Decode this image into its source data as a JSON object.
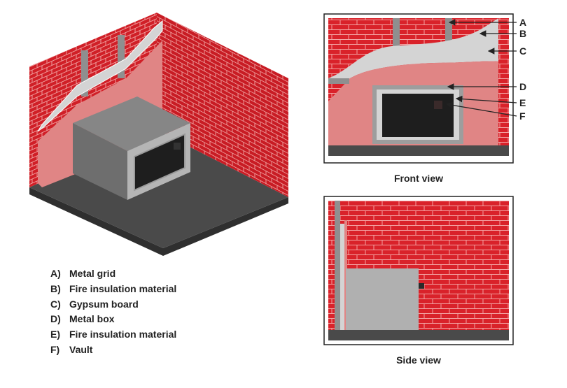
{
  "legend": [
    {
      "key": "A)",
      "text": "Metal  grid"
    },
    {
      "key": "B)",
      "text": "Fire insulation material"
    },
    {
      "key": "C)",
      "text": "Gypsum board"
    },
    {
      "key": "D)",
      "text": "Metal box"
    },
    {
      "key": "E)",
      "text": "Fire insulation material"
    },
    {
      "key": "F)",
      "text": "Vault"
    }
  ],
  "captions": {
    "front": "Front view",
    "side": "Side view"
  },
  "callouts": [
    "A",
    "B",
    "C",
    "D",
    "E",
    "F"
  ],
  "colors": {
    "brick": "#d9222a",
    "mortar": "#f0a0a0",
    "insulation": "#d4d4d4",
    "gypsum": "#e08585",
    "metal": "#8f8f8f",
    "vault": "#1e1e1e",
    "floor": "#4a4a4a"
  }
}
